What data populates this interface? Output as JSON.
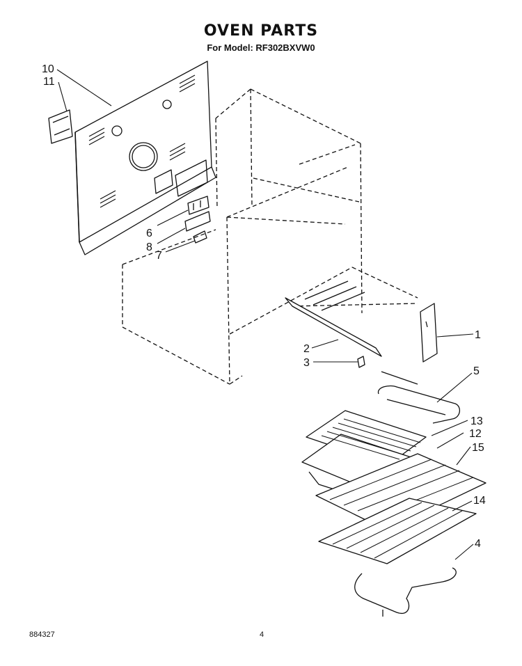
{
  "header": {
    "title": "OVEN PARTS",
    "subtitle": "For Model: RF302BXVW0"
  },
  "callouts": [
    "10",
    "11",
    "6",
    "8",
    "7",
    "2",
    "3",
    "1",
    "5",
    "13",
    "12",
    "15",
    "14",
    "4"
  ],
  "footer": {
    "doc_number": "884327",
    "page_number": "4"
  },
  "colors": {
    "ink": "#111111",
    "background": "#ffffff"
  }
}
